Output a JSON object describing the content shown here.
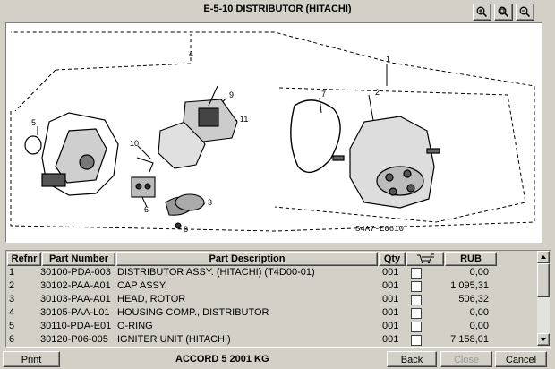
{
  "title": "E-5-10 DISTRIBUTOR (HITACHI)",
  "diagram": {
    "code": "S4A7-E0610",
    "callouts": [
      "1",
      "2",
      "3",
      "4",
      "5",
      "6",
      "7",
      "8",
      "9",
      "10",
      "11"
    ]
  },
  "table": {
    "headers": {
      "refnr": "Refnr",
      "part_number": "Part Number",
      "description": "Part Description",
      "qty": "Qty",
      "currency": "RUB"
    },
    "rows": [
      {
        "refnr": "1",
        "part": "30100-PDA-003",
        "desc": "DISTRIBUTOR ASSY. (HITACHI) (T4D00-01)",
        "qty": "001",
        "price": "0,00"
      },
      {
        "refnr": "2",
        "part": "30102-PAA-A01",
        "desc": "CAP ASSY.",
        "qty": "001",
        "price": "1 095,31"
      },
      {
        "refnr": "3",
        "part": "30103-PAA-A01",
        "desc": "HEAD, ROTOR",
        "qty": "001",
        "price": "506,32"
      },
      {
        "refnr": "4",
        "part": "30105-PAA-L01",
        "desc": "HOUSING COMP., DISTRIBUTOR",
        "qty": "001",
        "price": "0,00"
      },
      {
        "refnr": "5",
        "part": "30110-PDA-E01",
        "desc": "O-RING",
        "qty": "001",
        "price": "0,00"
      },
      {
        "refnr": "6",
        "part": "30120-P06-005",
        "desc": "IGNITER UNIT (HITACHI)",
        "qty": "001",
        "price": "7 158,01"
      }
    ]
  },
  "footer": {
    "print": "Print",
    "status": "ACCORD  5  2001  KG",
    "back": "Back",
    "close": "Close",
    "cancel": "Cancel"
  },
  "icons": {
    "zoom_in": "zoom-in-icon",
    "zoom_fit": "zoom-fit-icon",
    "zoom_out": "zoom-out-icon",
    "cart_header": "cart-icon"
  }
}
